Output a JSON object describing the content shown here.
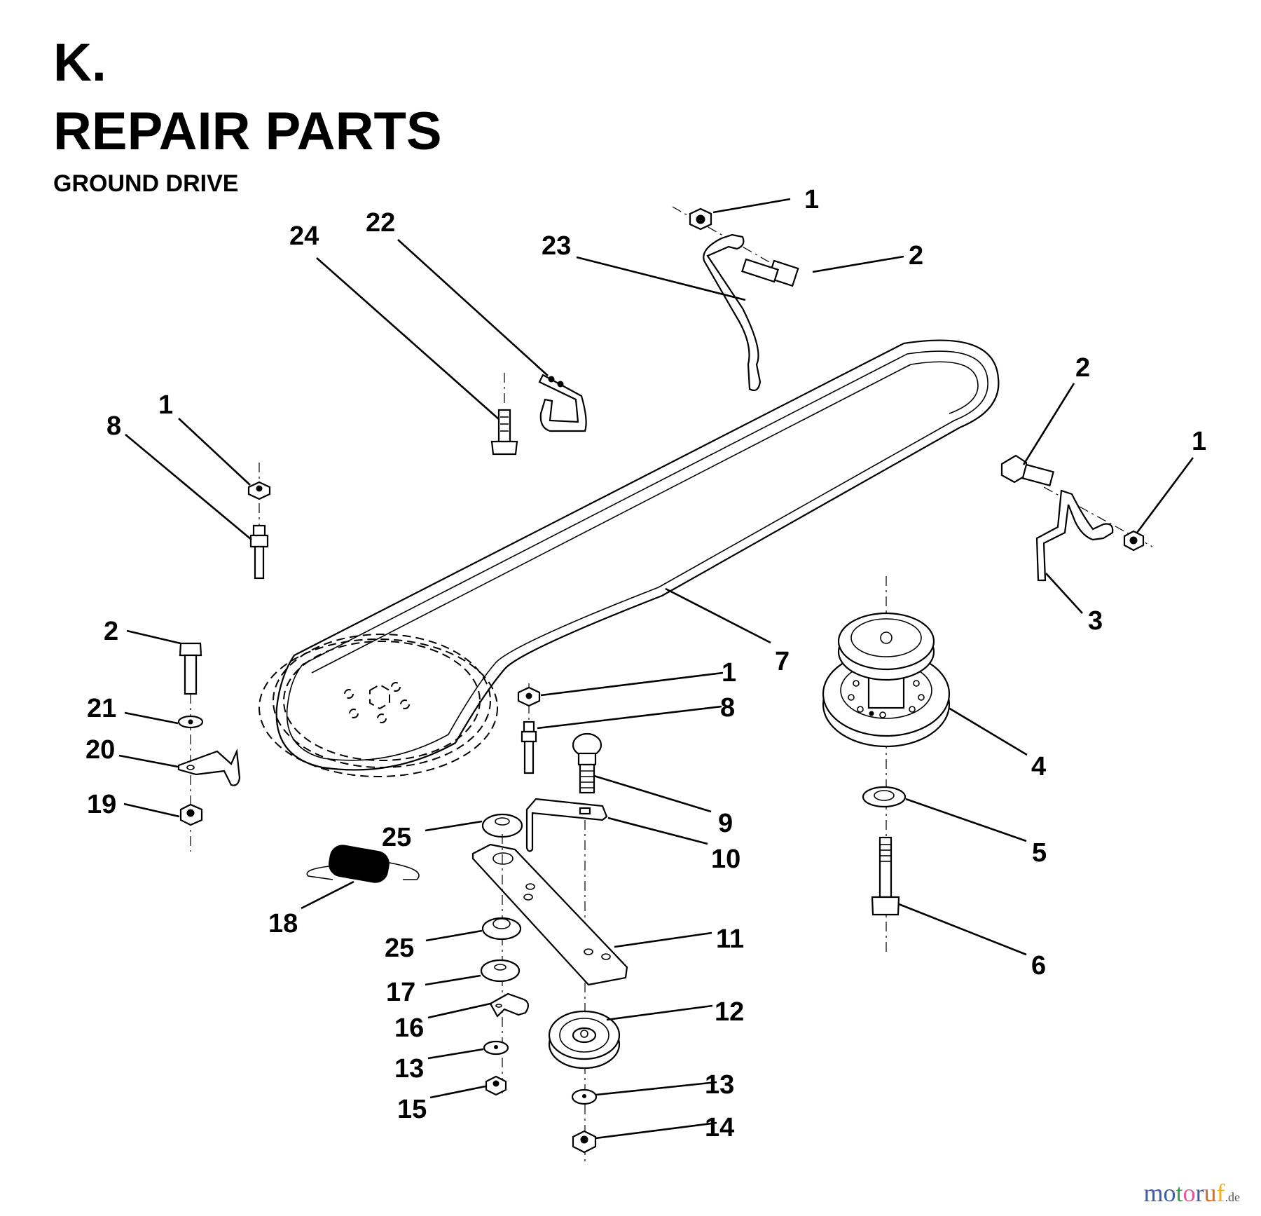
{
  "header": {
    "section_letter": "K.",
    "title": "REPAIR PARTS",
    "subtitle": "GROUND DRIVE"
  },
  "callouts": [
    {
      "id": "c-1a",
      "number": "1"
    },
    {
      "id": "c-2a",
      "number": "2"
    },
    {
      "id": "c-23",
      "number": "23"
    },
    {
      "id": "c-22",
      "number": "22"
    },
    {
      "id": "c-24",
      "number": "24"
    },
    {
      "id": "c-1b",
      "number": "1"
    },
    {
      "id": "c-8a",
      "number": "8"
    },
    {
      "id": "c-2b",
      "number": "2"
    },
    {
      "id": "c-1c",
      "number": "1"
    },
    {
      "id": "c-3",
      "number": "3"
    },
    {
      "id": "c-7",
      "number": "7"
    },
    {
      "id": "c-1d",
      "number": "1"
    },
    {
      "id": "c-8b",
      "number": "8"
    },
    {
      "id": "c-4",
      "number": "4"
    },
    {
      "id": "c-2c",
      "number": "2"
    },
    {
      "id": "c-21",
      "number": "21"
    },
    {
      "id": "c-20",
      "number": "20"
    },
    {
      "id": "c-19",
      "number": "19"
    },
    {
      "id": "c-9",
      "number": "9"
    },
    {
      "id": "c-10",
      "number": "10"
    },
    {
      "id": "c-25a",
      "number": "25"
    },
    {
      "id": "c-5",
      "number": "5"
    },
    {
      "id": "c-18",
      "number": "18"
    },
    {
      "id": "c-11",
      "number": "11"
    },
    {
      "id": "c-6",
      "number": "6"
    },
    {
      "id": "c-25b",
      "number": "25"
    },
    {
      "id": "c-17",
      "number": "17"
    },
    {
      "id": "c-12",
      "number": "12"
    },
    {
      "id": "c-16",
      "number": "16"
    },
    {
      "id": "c-13a",
      "number": "13"
    },
    {
      "id": "c-13b",
      "number": "13"
    },
    {
      "id": "c-15",
      "number": "15"
    },
    {
      "id": "c-14",
      "number": "14"
    }
  ],
  "watermark": {
    "letters": [
      "m",
      "o",
      "t",
      "o",
      "r",
      "u",
      "f"
    ],
    "colors": [
      "#3b5bab",
      "#3b5bab",
      "#3aa04a",
      "#e05a9a",
      "#3b5bab",
      "#e06a20",
      "#f0b020"
    ],
    "tld": ".de"
  }
}
